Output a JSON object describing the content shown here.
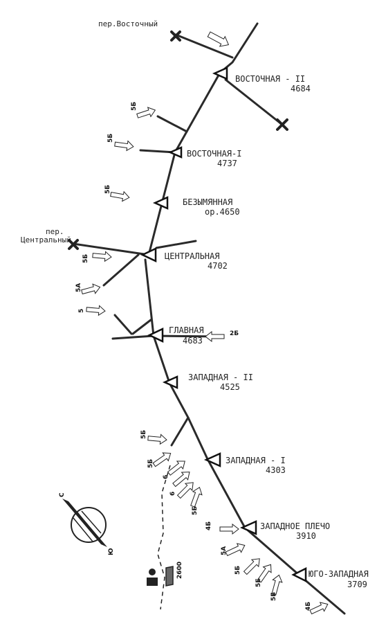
{
  "passes": [
    {
      "id": "vostochny",
      "label": "пер.Восточный"
    },
    {
      "id": "centralny-1",
      "label": "пер."
    },
    {
      "id": "centralny-2",
      "label": "Центральный"
    }
  ],
  "peaks": [
    {
      "id": "vostochnaya-2",
      "name": "ВОСТОЧНАЯ - II",
      "elev": "4684"
    },
    {
      "id": "vostochnaya-1",
      "name": "ВОСТОЧНАЯ-I",
      "elev": "4737"
    },
    {
      "id": "bezymyannaya",
      "name": "БЕЗЫМЯННАЯ",
      "elev": "ор.4650"
    },
    {
      "id": "centralnaya",
      "name": "ЦЕНТРАЛЬНАЯ",
      "elev": "4702"
    },
    {
      "id": "glavnaya",
      "name": "ГЛАВНАЯ",
      "elev": "4683"
    },
    {
      "id": "zapadnaya-2",
      "name": "ЗАПАДНАЯ - II",
      "elev": "4525"
    },
    {
      "id": "zapadnaya-1",
      "name": "ЗАПАДНАЯ - I",
      "elev": "4303"
    },
    {
      "id": "zapadnoe-plecho",
      "name": "ЗАПАДНОЕ ПЛЕЧО",
      "elev": "3910"
    },
    {
      "id": "yugo-zapadnaya",
      "name": "ЮГО-ЗАПАДНАЯ",
      "elev": "3709"
    }
  ],
  "grades": [
    "5Б",
    "5Б",
    "5Б",
    "5Б",
    "5А",
    "5",
    "2Б",
    "5Б",
    "5Б",
    "6",
    "6",
    "5Б",
    "4Б",
    "5А",
    "5Б",
    "5Б",
    "5Б",
    "4Б"
  ],
  "compass": {
    "north": "С",
    "south": "Ю"
  },
  "camp": {
    "elev": "2600"
  }
}
